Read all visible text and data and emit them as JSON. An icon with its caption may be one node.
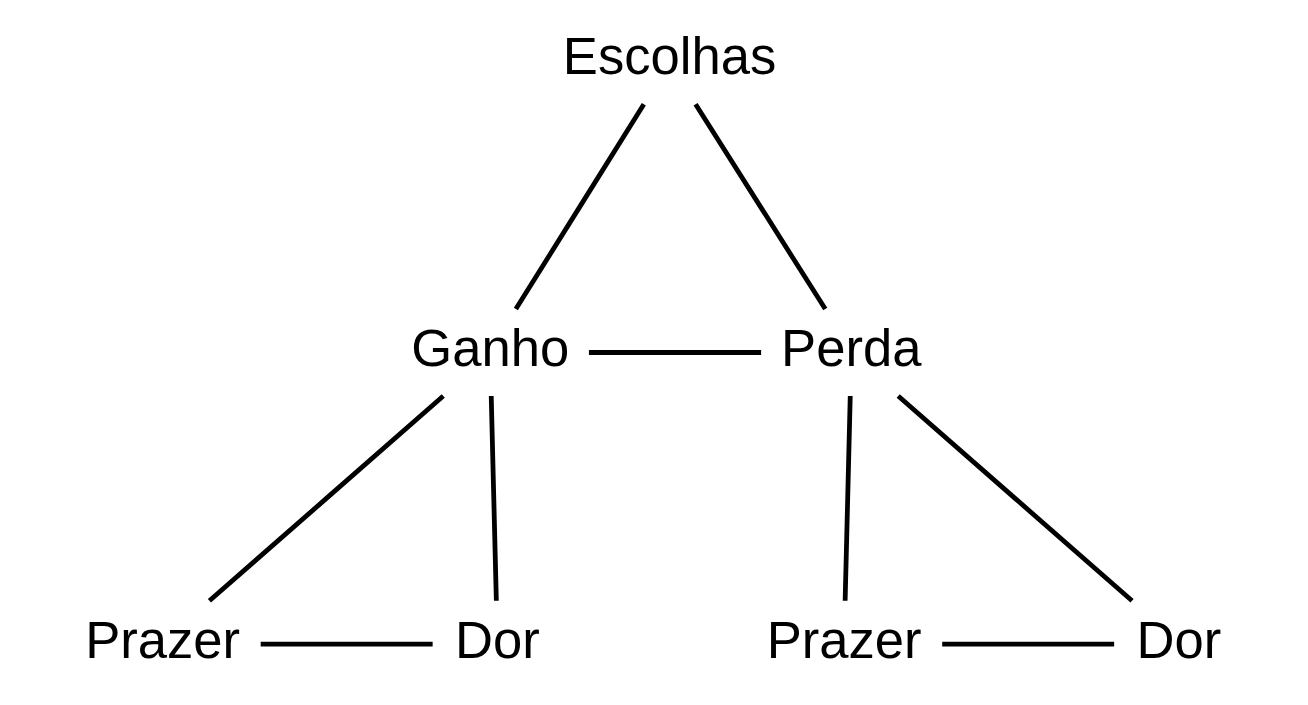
{
  "diagram": {
    "nodes": [
      {
        "text": [
          "Escolhas"
        ]
      },
      {
        "text": [
          "Ganho"
        ]
      },
      {
        "text": [
          "Perda"
        ]
      },
      {
        "text": [
          "Prazer"
        ]
      },
      {
        "text": [
          "Dor"
        ]
      },
      {
        "text": [
          "Prazer"
        ]
      },
      {
        "text": [
          "Dor"
        ]
      }
    ],
    "edges": [
      {
        "from": 0,
        "to": 1,
        "arrow": "none"
      },
      {
        "from": 0,
        "to": 2,
        "arrow": "none"
      },
      {
        "from": 1,
        "to": 2,
        "arrow": "none"
      },
      {
        "from": 1,
        "to": 3,
        "arrow": "none"
      },
      {
        "from": 1,
        "to": 4,
        "arrow": "none"
      },
      {
        "from": 3,
        "to": 4,
        "arrow": "none"
      },
      {
        "from": 2,
        "to": 5,
        "arrow": "none"
      },
      {
        "from": 2,
        "to": 6,
        "arrow": "none"
      },
      {
        "from": 5,
        "to": 6,
        "arrow": "none"
      }
    ]
  }
}
